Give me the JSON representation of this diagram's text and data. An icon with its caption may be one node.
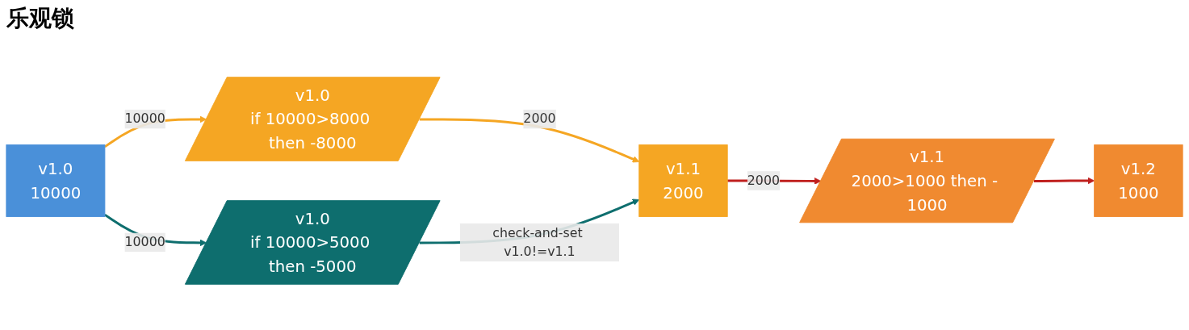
{
  "diagram": {
    "title": "乐观锁",
    "nodes": [
      {
        "text": [
          "v1.0",
          "10000"
        ]
      },
      {
        "text": [
          "v1.0",
          "if 10000>8000 then -8000"
        ]
      },
      {
        "text": [
          "v1.0",
          "if 10000>5000 then -5000"
        ]
      },
      {
        "text": [
          "v1.1",
          "2000"
        ]
      },
      {
        "text": [
          "v1.1",
          "2000>1000 then - 1000"
        ]
      },
      {
        "text": [
          "v1.2",
          "1000"
        ]
      }
    ],
    "edges": [
      {
        "from": 0,
        "to": 1,
        "arrow": "to",
        "label": "10000",
        "color": "#f5a623"
      },
      {
        "from": 0,
        "to": 2,
        "arrow": "to",
        "label": "10000",
        "color": "#0e6e6e"
      },
      {
        "from": 1,
        "to": 3,
        "arrow": "to",
        "label": "2000",
        "color": "#f5a623"
      },
      {
        "from": 2,
        "to": 3,
        "arrow": "to",
        "label": "check-and-set v1.0!=v1.1",
        "color": "#0e6e6e"
      },
      {
        "from": 3,
        "to": 4,
        "arrow": "to",
        "label": "2000",
        "color": "#c0201e"
      },
      {
        "from": 4,
        "to": 5,
        "arrow": "to",
        "color": "#c0201e"
      }
    ]
  }
}
